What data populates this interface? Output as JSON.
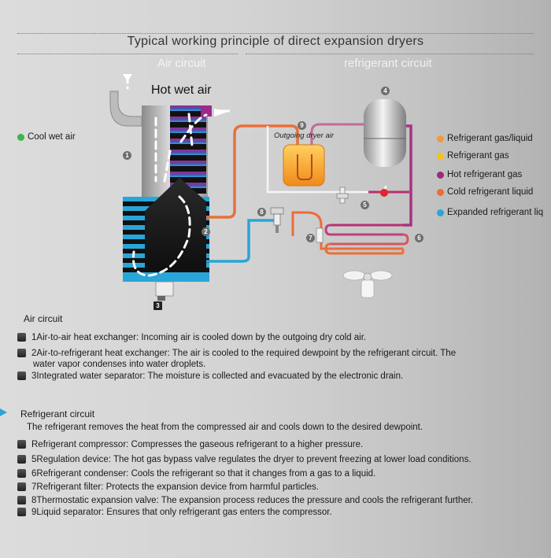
{
  "title": "Typical working principle of direct expansion dryers",
  "sections": {
    "air_circuit": "Air circuit",
    "refrigerant_circuit": "refrigerant circuit"
  },
  "diagram": {
    "hot_wet_air": "Hot wet air",
    "cool_wet_air": "Cool  wet air",
    "outgoing_dryer_air": "Outgoing  dryer air",
    "numbers": [
      "1",
      "2",
      "3",
      "4",
      "5",
      "6",
      "7",
      "8",
      "9"
    ]
  },
  "legend": [
    {
      "label": "Refrigerant gas/liquid",
      "color": "#f29a38"
    },
    {
      "label": "Refrigerant gas",
      "color": "#f2c417"
    },
    {
      "label": "Hot refrigerant gas",
      "color": "#9c2a7a"
    },
    {
      "label": "Cold refrigerant liquid",
      "color": "#ee6b3a"
    },
    {
      "label": "Expanded refrigerant liq",
      "color": "#29a6d8"
    }
  ],
  "colors": {
    "cool_wet_air": "#3db54a",
    "hot_pipe": "#b8306e",
    "cold_pipe": "#e8703a",
    "expanded_pipe": "#29a6d8",
    "gas_pipe": "#f0f0f0"
  },
  "air_circuit": {
    "heading": "Air circuit",
    "items": [
      {
        "text": "1Air-to-air heat exchanger: Incoming air is cooled down by the outgoing dry cold air."
      },
      {
        "text": "2Air-to-refrigerant heat exchanger: The air is cooled to the required dewpoint by the refrigerant circuit. The",
        "text2": "water vapor condenses into water droplets."
      },
      {
        "text": "3Integrated water separator: The moisture is collected and evacuated by the electronic drain."
      }
    ]
  },
  "refrigerant_circuit": {
    "heading": "Refrigerant circuit",
    "intro": "The refrigerant removes the heat from the compressed air and cools down to the desired dewpoint.",
    "items": [
      {
        "text": "Refrigerant compressor: Compresses the gaseous refrigerant to a higher pressure."
      },
      {
        "text": "5Regulation device: The hot gas bypass valve regulates the dryer to prevent freezing at lower load conditions."
      },
      {
        "text": "6Refrigerant condenser: Cools the refrigerant so that it changes from a gas to a liquid."
      },
      {
        "text": "7Refrigerant filter: Protects the expansion device from harmful particles."
      },
      {
        "text": "8Thermostatic expansion valve: The expansion process reduces the pressure and cools the refrigerant further."
      },
      {
        "text": "9Liquid separator: Ensures that only refrigerant gas enters the compressor."
      }
    ]
  }
}
